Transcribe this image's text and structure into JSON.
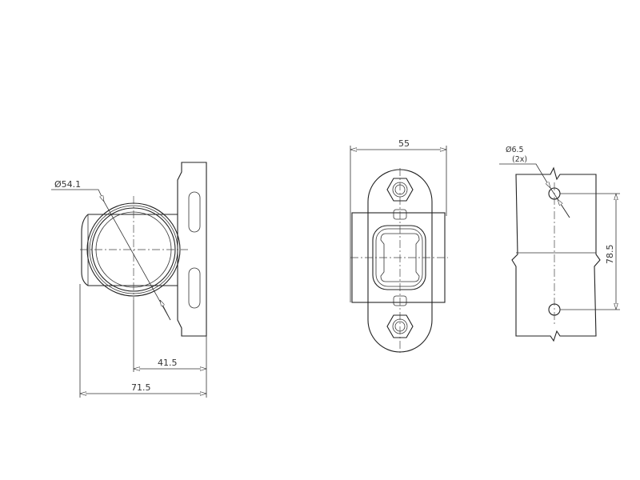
{
  "drawing": {
    "side_view": {
      "diameter_label": "Ø54.1",
      "dim_center_to_back": "41.5",
      "dim_overall_depth": "71.5"
    },
    "front_view": {
      "dim_width": "55"
    },
    "hole_pattern_view": {
      "hole_diameter_label": "Ø6.5",
      "hole_count_label": "(2x)",
      "dim_hole_spacing": "78.5"
    }
  }
}
